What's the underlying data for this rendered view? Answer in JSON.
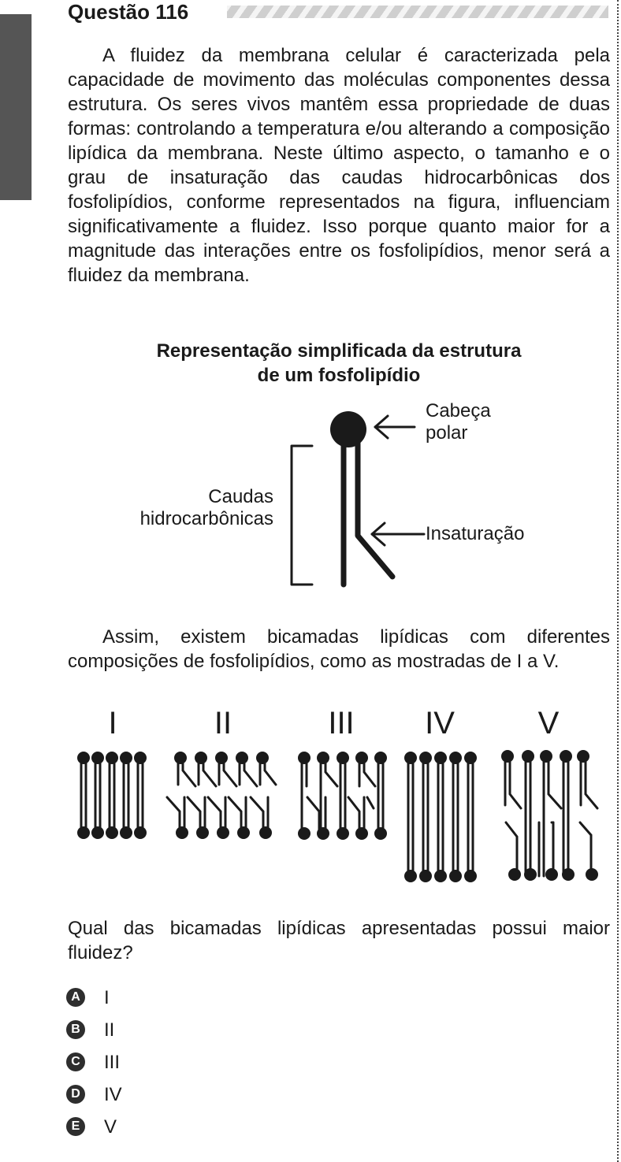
{
  "header": {
    "title": "Questão 116"
  },
  "paragraphs": {
    "p1": "A fluidez da membrana celular é caracterizada pela capacidade de movimento das moléculas componentes dessa estrutura. Os seres vivos mantêm essa propriedade de duas formas: controlando a temperatura e/ou alterando a composição lipídica da membrana. Neste último aspecto, o tamanho e o grau de insaturação das caudas hidrocarbônicas dos fosfolipídios, conforme representados na figura, influenciam significativamente a fluidez. Isso porque quanto maior for a magnitude das interações entre os fosfolipídios, menor será a fluidez da membrana.",
    "p2": "Assim, existem bicamadas lipídicas com diferentes composições de fosfolipídios, como as mostradas de I a V.",
    "question": "Qual das bicamadas lipídicas apresentadas possui maior fluidez?"
  },
  "figure": {
    "title_line1": "Representação simplificada da estrutura",
    "title_line2": "de um fosfolipídio",
    "label_head_line1": "Cabeça",
    "label_head_line2": "polar",
    "label_tails_line1": "Caudas",
    "label_tails_line2": "hidrocarbônicas",
    "label_unsat": "Insaturação"
  },
  "bilayers": [
    "I",
    "II",
    "III",
    "IV",
    "V"
  ],
  "options": [
    {
      "letter": "A",
      "text": "I"
    },
    {
      "letter": "B",
      "text": "II"
    },
    {
      "letter": "C",
      "text": "III"
    },
    {
      "letter": "D",
      "text": "IV"
    },
    {
      "letter": "E",
      "text": "V"
    }
  ],
  "colors": {
    "ink": "#1a1a1a",
    "side_tab": "#555555",
    "stripe": "#cfcfcf"
  }
}
